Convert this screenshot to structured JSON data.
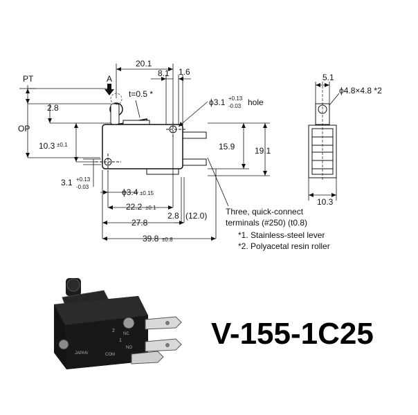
{
  "model_label": "V-155-1C25",
  "labels": {
    "pt": "PT",
    "op": "OP",
    "a": "A",
    "t": "t=0.5 *",
    "d_20_1": "20.1",
    "d_8_1": "8.1",
    "d_1_6": "1.6",
    "d_2_8_top": "2.8",
    "d_10_3_left": "10.3",
    "tol_0_1": "±0.1",
    "d_3_1_hole_main": "ϕ3.1",
    "d_3_1_hole_tol_plus": "+0.13",
    "d_3_1_hole_tol_minus": "-0.03",
    "d_3_1_hole_word": "hole",
    "d_15_9": "15.9",
    "d_19_1": "19.1",
    "d_3_1_left": "3.1",
    "d_3_4": "ϕ3.4",
    "tol_0_15": "±0.15",
    "d_22_2": "22.2",
    "d_2_8_bottom": "2.8",
    "d_12_0": "(12.0)",
    "d_27_8": "27.8",
    "d_39_8": "39.8",
    "tol_0_8": "±0.8",
    "d_5_1": "5.1",
    "d_4_8": "ϕ4.8×4.8 *2",
    "d_10_3_side": "10.3"
  },
  "notes": {
    "line1": "Three, quick-connect",
    "line2": "terminals (#250) (t0.8)",
    "line3": "*1. Stainless-steel lever",
    "line4": "*2. Polyacetal resin roller"
  },
  "photo": {
    "marks": [
      "2",
      "1",
      "NC",
      "NO",
      "COM",
      "JAPAN"
    ]
  }
}
